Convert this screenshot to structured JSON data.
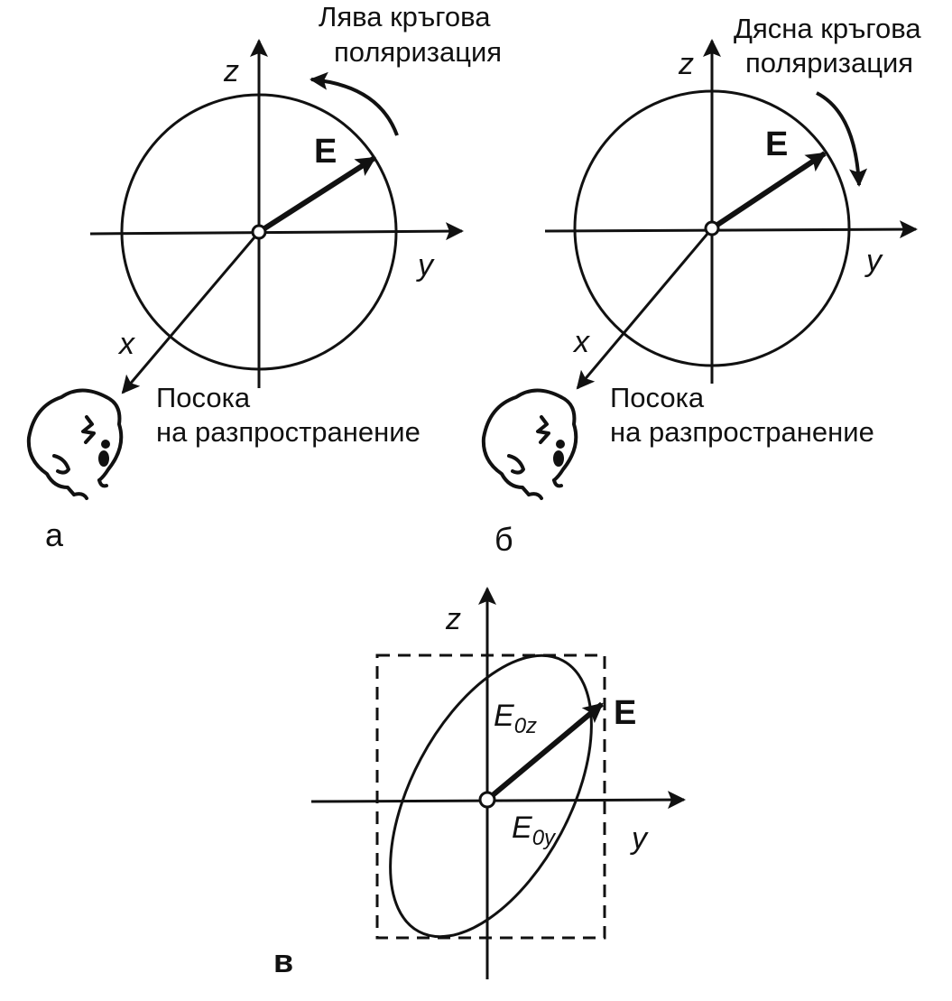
{
  "panel_a": {
    "tag": "а",
    "title_line1": "Лява кръгова",
    "title_line2": "поляризация",
    "axis_z": "z",
    "axis_y": "y",
    "axis_x": "x",
    "vector": "E",
    "direction_line1": "Посока",
    "direction_line2": "на разпространение"
  },
  "panel_b": {
    "tag": "б",
    "title_line1": "Дясна кръгова",
    "title_line2": "поляризация",
    "axis_z": "z",
    "axis_y": "y",
    "axis_x": "x",
    "vector": "E",
    "direction_line1": "Посока",
    "direction_line2": "на разпространение"
  },
  "panel_c": {
    "tag": "в",
    "axis_z": "z",
    "axis_y": "y",
    "vector": "E",
    "amp_z_base": "E",
    "amp_z_sub": "0z",
    "amp_y_base": "E",
    "amp_y_sub": "0y"
  },
  "colors": {
    "ink": "#111111",
    "paper": "#ffffff"
  },
  "icons": [
    "observer-face-icon",
    "rotation-arrow-icon"
  ]
}
